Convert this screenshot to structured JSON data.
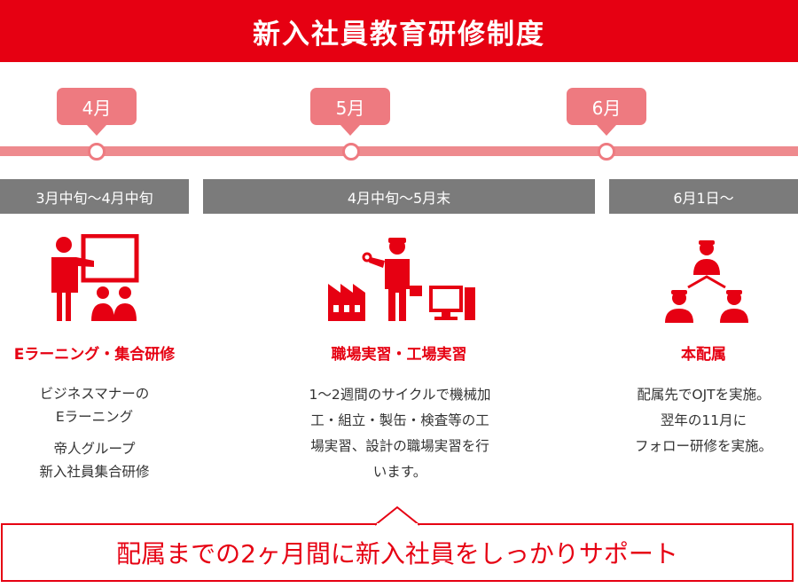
{
  "header": {
    "title": "新入社員教育研修制度"
  },
  "timeline": {
    "months": [
      {
        "label": "4月"
      },
      {
        "label": "5月"
      },
      {
        "label": "6月"
      }
    ],
    "periods": [
      {
        "label": "3月中旬〜4月中旬"
      },
      {
        "label": "4月中旬〜5月末"
      },
      {
        "label": "6月1日〜"
      }
    ]
  },
  "columns": [
    {
      "icon": "presentation-training-icon",
      "title": "Eラーニング・集合研修",
      "lines": [
        "ビジネスマナーの",
        "Eラーニング",
        "帝人グループ",
        "新入社員集合研修"
      ]
    },
    {
      "icon": "factory-worker-icon",
      "title": "職場実習・工場実習",
      "lines": [
        "1〜2週間のサイクルで機械加",
        "工・組立・製缶・検査等の工",
        "場実習、設計の職場実習を行",
        "います。"
      ]
    },
    {
      "icon": "team-hierarchy-icon",
      "title": "本配属",
      "lines": [
        "配属先でOJTを実施。",
        "翌年の11月に",
        "フォロー研修を実施。"
      ]
    }
  ],
  "callout": {
    "text": "配属までの2ヶ月間に新入社員をしっかりサポート"
  },
  "colors": {
    "accent": "#e60012",
    "timeline": "#ee8a8e",
    "bubble": "#ee7a80",
    "period": "#7b7b7b"
  }
}
